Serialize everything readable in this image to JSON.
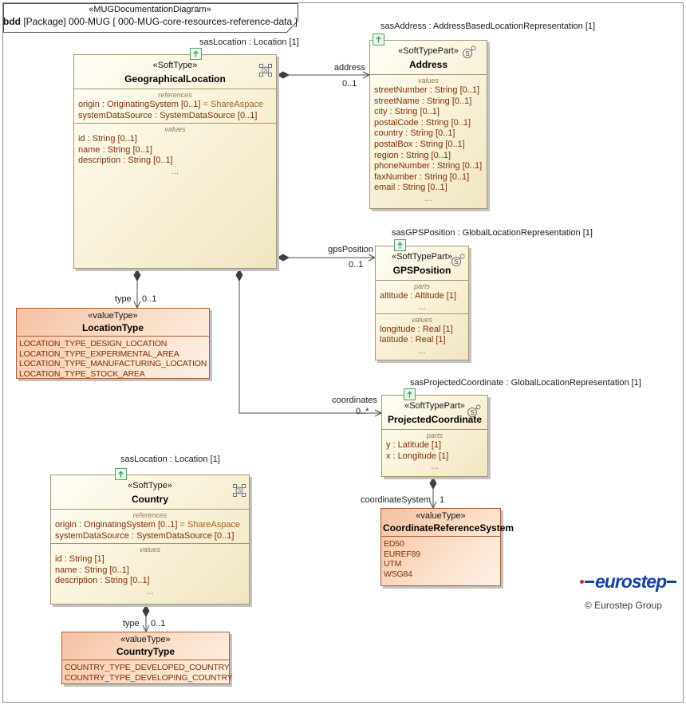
{
  "frame": {
    "stereotype": "«MUGDocumentationDiagram»",
    "kind": "bdd",
    "title": " [Package] 000-MUG [ 000-MUG-core-resources-reference-data ]"
  },
  "classes": {
    "geographicalLocation": {
      "role_label": "sasLocation : Location [1]",
      "stereotype": "«SoftType»",
      "name": "GeographicalLocation",
      "compartments": [
        {
          "label": "references",
          "rows": [
            "origin : OriginatingSystem [0..1] = ShareAspace",
            "systemDataSource : SystemDataSource [0..1]"
          ]
        },
        {
          "label": "values",
          "rows": [
            "id : String [0..1]",
            "name : String [0..1]",
            "description : String [0..1]",
            "..."
          ]
        }
      ]
    },
    "address": {
      "role_label": "sasAddress : AddressBasedLocationRepresentation [1]",
      "stereotype": "«SoftTypePart»",
      "name": "Address",
      "compartments": [
        {
          "label": "values",
          "rows": [
            "streetNumber : String [0..1]",
            "streetName : String [0..1]",
            "city : String [0..1]",
            "postalCode : String [0..1]",
            "country : String [0..1]",
            "postalBox : String [0..1]",
            "region : String [0..1]",
            "phoneNumber : String [0..1]",
            "faxNumber : String [0..1]",
            "email : String [0..1]",
            "..."
          ]
        }
      ]
    },
    "gpsPosition": {
      "role_label": "sasGPSPosition : GlobalLocationRepresentation [1]",
      "stereotype": "«SoftTypePart»",
      "name": "GPSPosition",
      "compartments": [
        {
          "label": "parts",
          "rows": [
            "altitude : Altitude [1]",
            "..."
          ]
        },
        {
          "label": "values",
          "rows": [
            "longitude : Real [1]",
            "latitude : Real [1]",
            "..."
          ]
        }
      ]
    },
    "projectedCoordinate": {
      "role_label": "sasProjectedCoordinate : GlobalLocationRepresentation [1]",
      "stereotype": "«SoftTypePart»",
      "name": "ProjectedCoordinate",
      "compartments": [
        {
          "label": "parts",
          "rows": [
            "y : Latitude [1]",
            "x : Longitude [1]",
            "..."
          ]
        }
      ]
    },
    "country": {
      "role_label": "sasLocation : Location [1]",
      "stereotype": "«SoftType»",
      "name": "Country",
      "compartments": [
        {
          "label": "references",
          "rows": [
            "origin : OriginatingSystem [0..1] = ShareAspace",
            "systemDataSource : SystemDataSource [0..1]"
          ]
        },
        {
          "label": "values",
          "rows": [
            "id : String [1]",
            "name : String [0..1]",
            "description : String [0..1]",
            "..."
          ]
        }
      ]
    },
    "locationType": {
      "stereotype": "«valueType»",
      "name": "LocationType",
      "literals": [
        "LOCATION_TYPE_DESIGN_LOCATION",
        "LOCATION_TYPE_EXPERIMENTAL_AREA",
        "LOCATION_TYPE_MANUFACTURING_LOCATION",
        "LOCATION_TYPE_STOCK_AREA"
      ]
    },
    "countryType": {
      "stereotype": "«valueType»",
      "name": "CountryType",
      "literals": [
        "COUNTRY_TYPE_DEVELOPED_COUNTRY",
        "COUNTRY_TYPE_DEVELOPING_COUNTRY"
      ]
    },
    "coordinateReferenceSystem": {
      "stereotype": "«valueType»",
      "name": "CoordinateReferenceSystem",
      "literals": [
        "ED50",
        "EUREF89",
        "UTM",
        "WSG84"
      ]
    }
  },
  "connectors": {
    "address": {
      "name": "address",
      "mult": "0..1"
    },
    "gpsPosition": {
      "name": "gpsPosition",
      "mult": "0..1"
    },
    "coordinates": {
      "name": "coordinates",
      "mult": "0..*"
    },
    "locationType": {
      "name": "type",
      "mult": "0..1"
    },
    "countryType": {
      "name": "type",
      "mult": "0..1"
    },
    "coordinateSystem": {
      "name": "coordinateSystem",
      "mult": "1"
    }
  },
  "logo": {
    "text": "eurostep",
    "copyright": "© Eurostep Group"
  },
  "colors": {
    "soft_type_fill": "#f2e8c9",
    "soft_type_border": "#a39670",
    "value_type_fill": "#f5c1a2",
    "value_type_border": "#aa5c3a",
    "attribute_text": "#7d2f05",
    "default_value_text": "#a5611c",
    "compartment_label": "#8d7b55",
    "connector": "#4d4d4d",
    "anchor_icon_green": "#3f9e57",
    "logo_blue": "#1741a5",
    "logo_red": "#d22c2c"
  }
}
